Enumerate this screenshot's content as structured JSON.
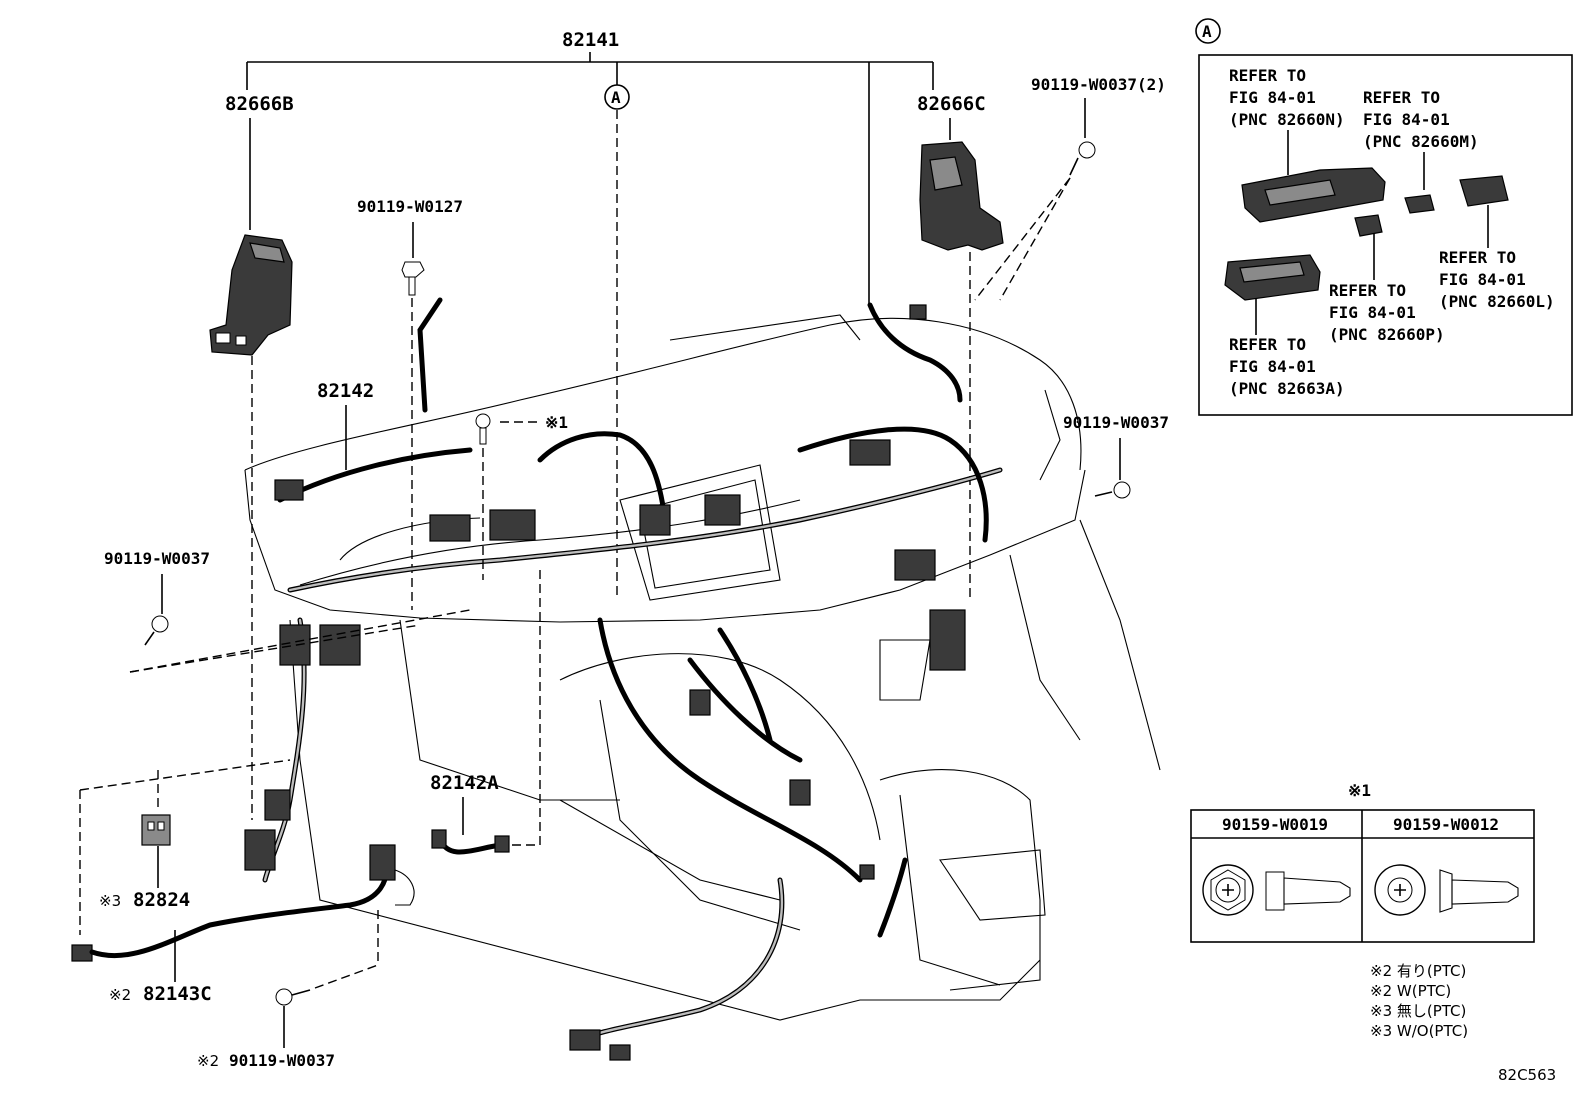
{
  "labels": {
    "p82141": "82141",
    "p82666B": "82666B",
    "p82666C": "82666C",
    "p90119_W0127": "90119-W0127",
    "p90119_W0037_2": "90119-W0037(2)",
    "p82142": "82142",
    "note1_marker": "※1",
    "p90119_W0037_right": "90119-W0037",
    "p90119_W0037_left": "90119-W0037",
    "p82142A": "82142A",
    "p82824_mark": "※3",
    "p82824": "82824",
    "p82143C_mark": "※2",
    "p82143C": "82143C",
    "p90119_W0037_bottom_mark": "※2",
    "p90119_W0037_bottom": "90119-W0037",
    "circle_A": "A",
    "fig_code": "82C563"
  },
  "inset": {
    "marker": "A",
    "refs": [
      {
        "line1": "REFER TO",
        "line2": "FIG 84-01",
        "line3": "(PNC 82660N)"
      },
      {
        "line1": "REFER TO",
        "line2": "FIG 84-01",
        "line3": "(PNC 82660M)"
      },
      {
        "line1": "REFER TO",
        "line2": "FIG 84-01",
        "line3": "(PNC 82660L)"
      },
      {
        "line1": "REFER TO",
        "line2": "FIG 84-01",
        "line3": "(PNC 82660P)"
      },
      {
        "line1": "REFER TO",
        "line2": "FIG 84-01",
        "line3": "(PNC 82663A)"
      }
    ]
  },
  "fastener_table": {
    "marker": "※1",
    "col1": "90159-W0019",
    "col2": "90159-W0012"
  },
  "legend": [
    "※2 有り(PTC)",
    "※2 W(PTC)",
    "※3 無し(PTC)",
    "※3 W/O(PTC)"
  ]
}
